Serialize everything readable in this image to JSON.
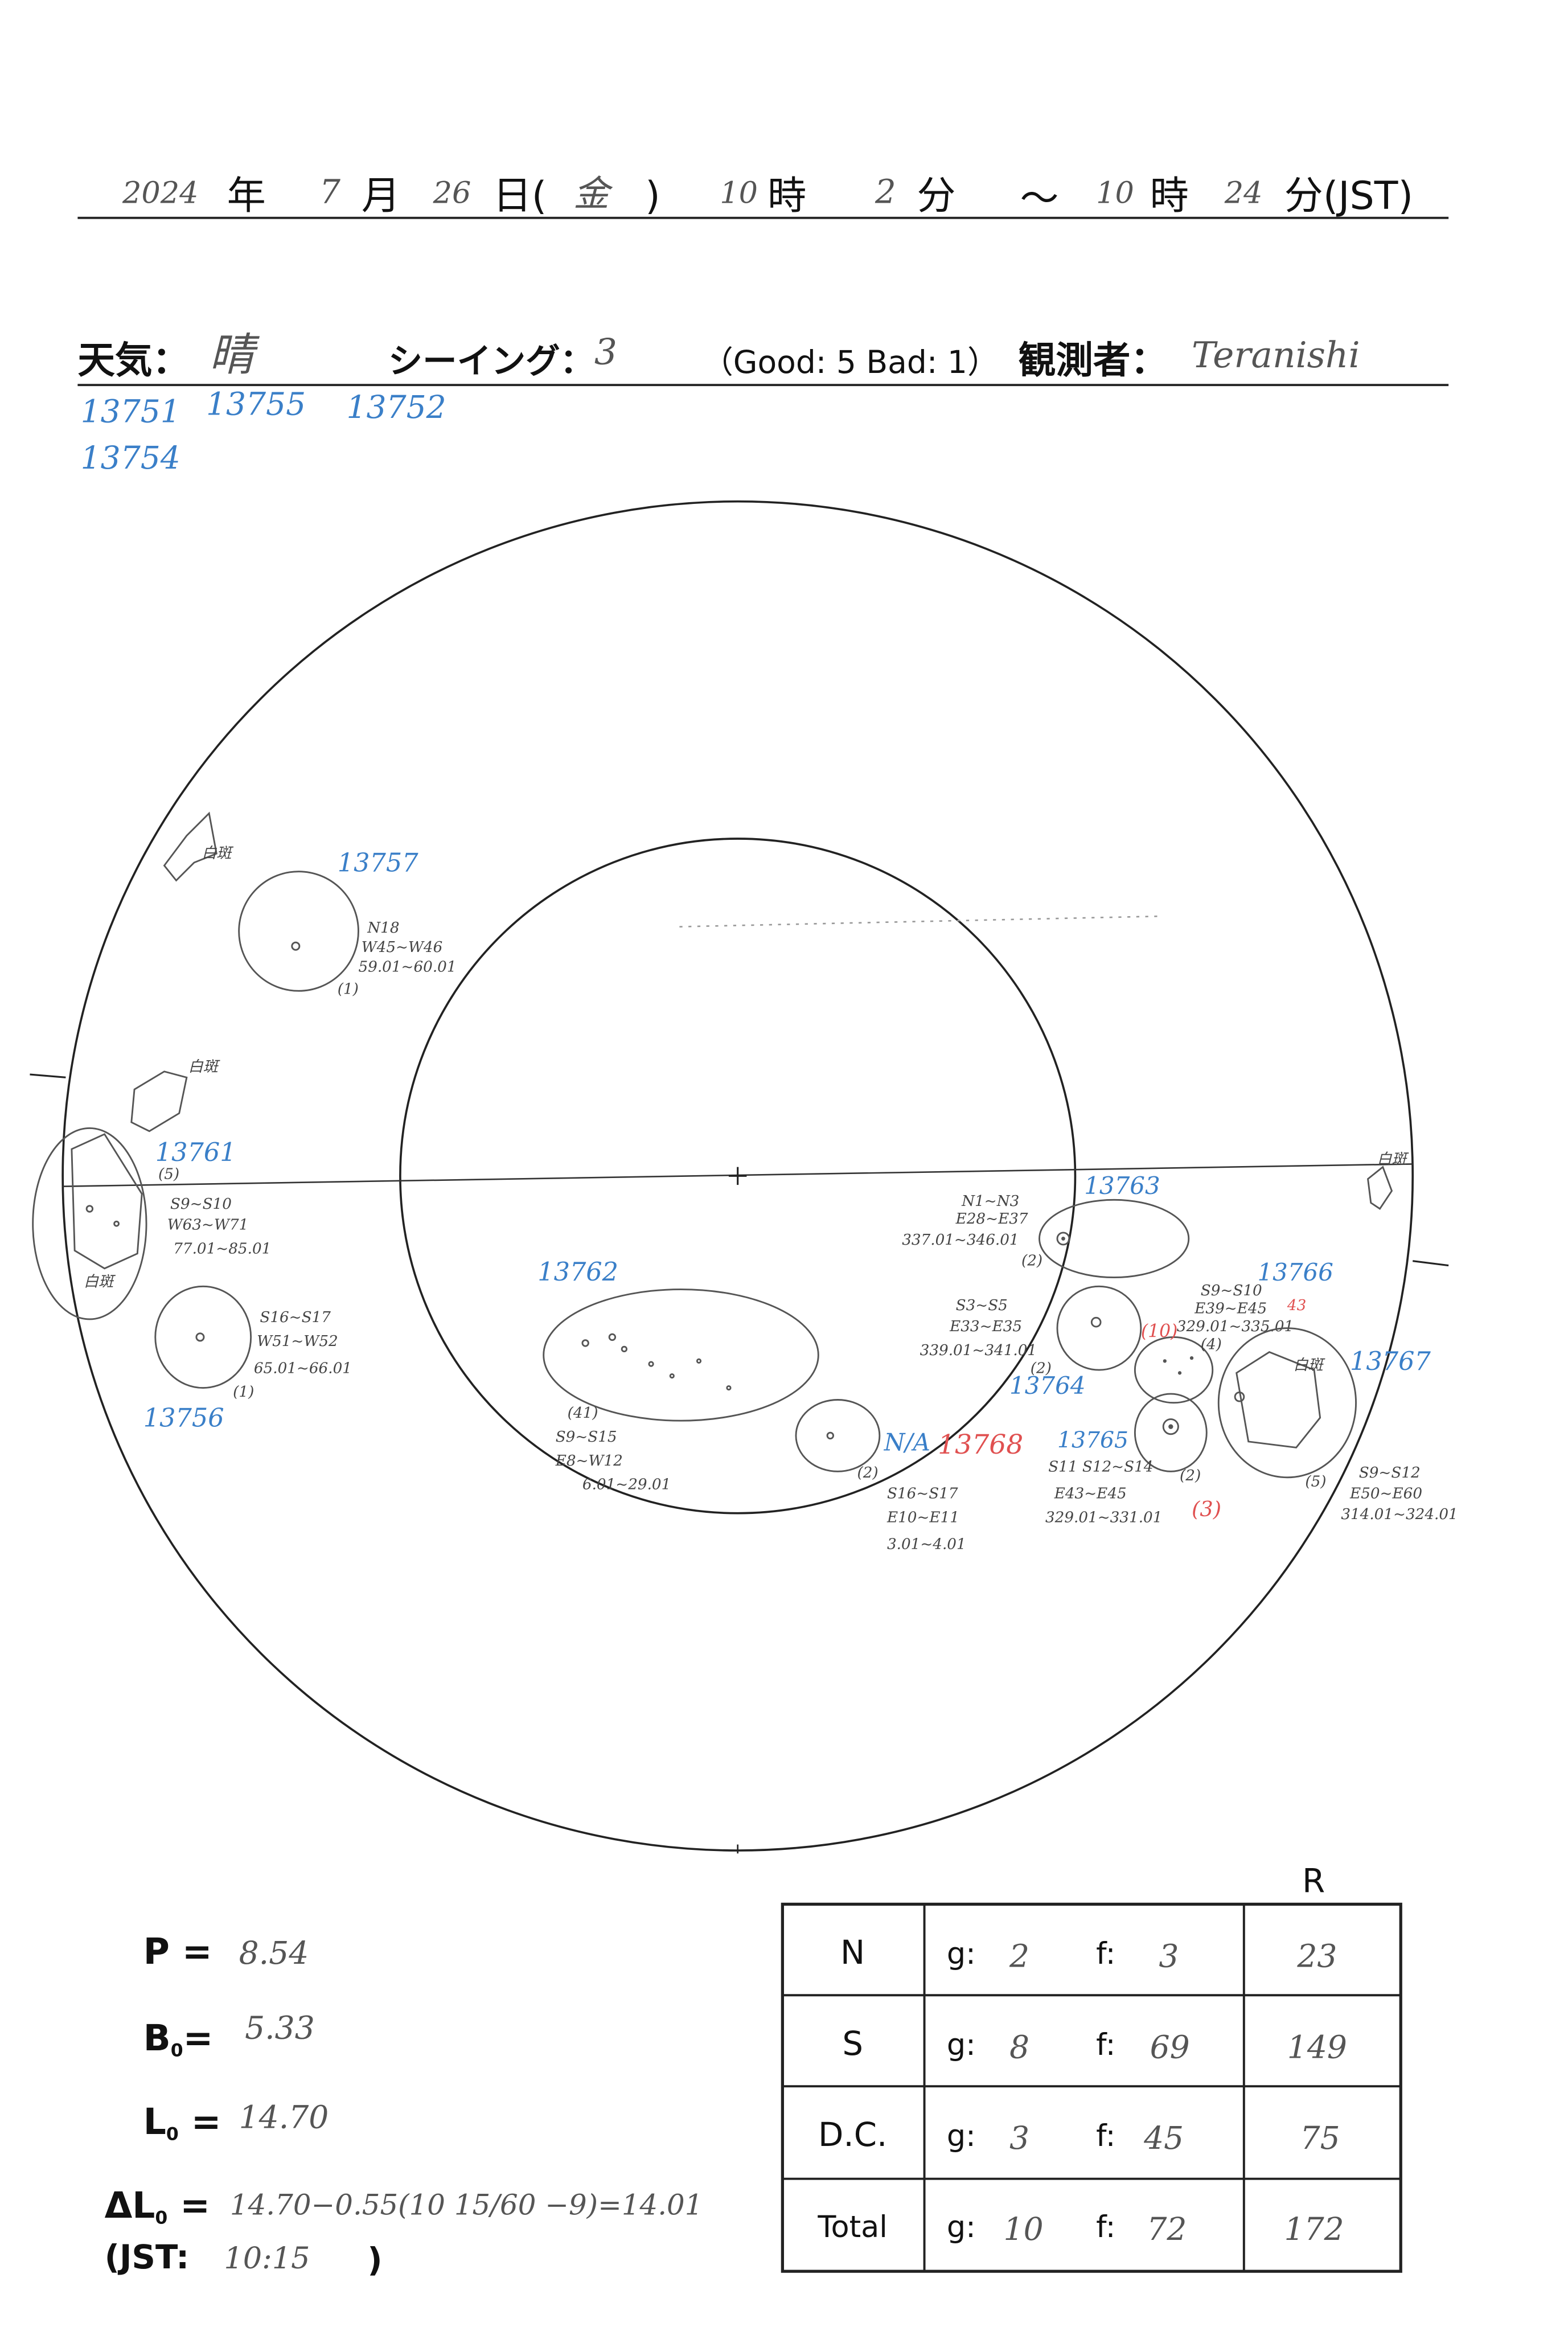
{
  "header": {
    "year": "2024",
    "year_unit": "年",
    "month": "7",
    "month_unit": "月",
    "day": "26",
    "day_unit": "日(",
    "weekday": "金",
    "weekday_close": ")",
    "start_hour": "10",
    "hour_unit": "時",
    "start_min": "2",
    "min_unit": "分",
    "tilde": "～",
    "end_hour": "10",
    "end_min": "24",
    "end_min_unit": "分(JST)"
  },
  "weather": {
    "label": "天気：",
    "value": "晴",
    "seeing_label": "シーイング：",
    "seeing_value": "3",
    "scale_note": "（Good: 5  Bad: 1）",
    "observer_label": "観測者：",
    "observer_value": "Teranishi"
  },
  "region_list": [
    "13751",
    "13755",
    "13752",
    "13754"
  ],
  "disk": {
    "faculae_label": "白斑",
    "groups": [
      {
        "id": "13757",
        "count": "(1)",
        "lat": "N18",
        "lon": "W45~W46",
        "carr": "59.01~60.01"
      },
      {
        "id": "13761",
        "count": "(5)",
        "lat": "S9~S10",
        "lon": "W63~W71",
        "carr": "77.01~85.01"
      },
      {
        "id": "13756",
        "count": "(1)",
        "lat": "S16~S17",
        "lon": "W51~W52",
        "carr": "65.01~66.01"
      },
      {
        "id": "13762",
        "count": "(41)",
        "lat": "S9~S15",
        "lon": "E8~W12",
        "carr": "6.01~29.01"
      },
      {
        "id": "13763",
        "count": "(2)",
        "lat": "N1~N3",
        "lon": "E28~E37",
        "carr": "337.01~346.01"
      },
      {
        "id": "13764",
        "count": "(2)",
        "lat": "S3~S5",
        "lon": "E33~E35",
        "carr": "339.01~341.01"
      },
      {
        "id": "13766",
        "count": "(4)",
        "lat": "S9~S10",
        "lon": "E39~E45",
        "carr": "329.01~335.01"
      },
      {
        "id": "13768",
        "prefix": "N/A",
        "count": "(2)",
        "lat": "S16~S17",
        "lon": "E10~E11",
        "carr": "3.01~4.01"
      },
      {
        "id": "13765",
        "count": "(2)",
        "lat": "S11 S12~S14",
        "lon": "E43~E45",
        "carr": "329.01~331.01"
      },
      {
        "id": "13767",
        "count": "(5)",
        "lat": "S9~S12",
        "lon": "E50~E60",
        "carr": "314.01~324.01"
      }
    ],
    "red_notes": [
      "(10)",
      "(3)",
      "43"
    ]
  },
  "params": {
    "p_label": "P =",
    "p_value": "8.54",
    "b_label": "B",
    "b_sub": "0",
    "b_eq": "=",
    "b_value": "5.33",
    "l_label": "L",
    "l_sub": "0",
    "l_eq": " =",
    "l_value": "14.70",
    "dl_label": "ΔL",
    "dl_sub": "0",
    "dl_eq": " =",
    "dl_formula": "14.70−0.55(10 15/60 −9)=14.01",
    "jst_label": "(JST:",
    "jst_value": "10:15",
    "jst_close": ")"
  },
  "counts_table": {
    "r_header": "R",
    "rows": [
      {
        "label": "N",
        "g_label": "g:",
        "g": "2",
        "f_label": "f:",
        "f": "3",
        "r": "23"
      },
      {
        "label": "S",
        "g_label": "g:",
        "g": "8",
        "f_label": "f:",
        "f": "69",
        "r": "149"
      },
      {
        "label": "D.C.",
        "g_label": "g:",
        "g": "3",
        "f_label": "f:",
        "f": "45",
        "r": "75"
      },
      {
        "label": "Total",
        "g_label": "g:",
        "g": "10",
        "f_label": "f:",
        "f": "72",
        "r": "172"
      }
    ]
  },
  "colors": {
    "ink": "#1a1a1a",
    "pencil": "#555555",
    "blue": "#3a7fc8",
    "red": "#e05050"
  }
}
